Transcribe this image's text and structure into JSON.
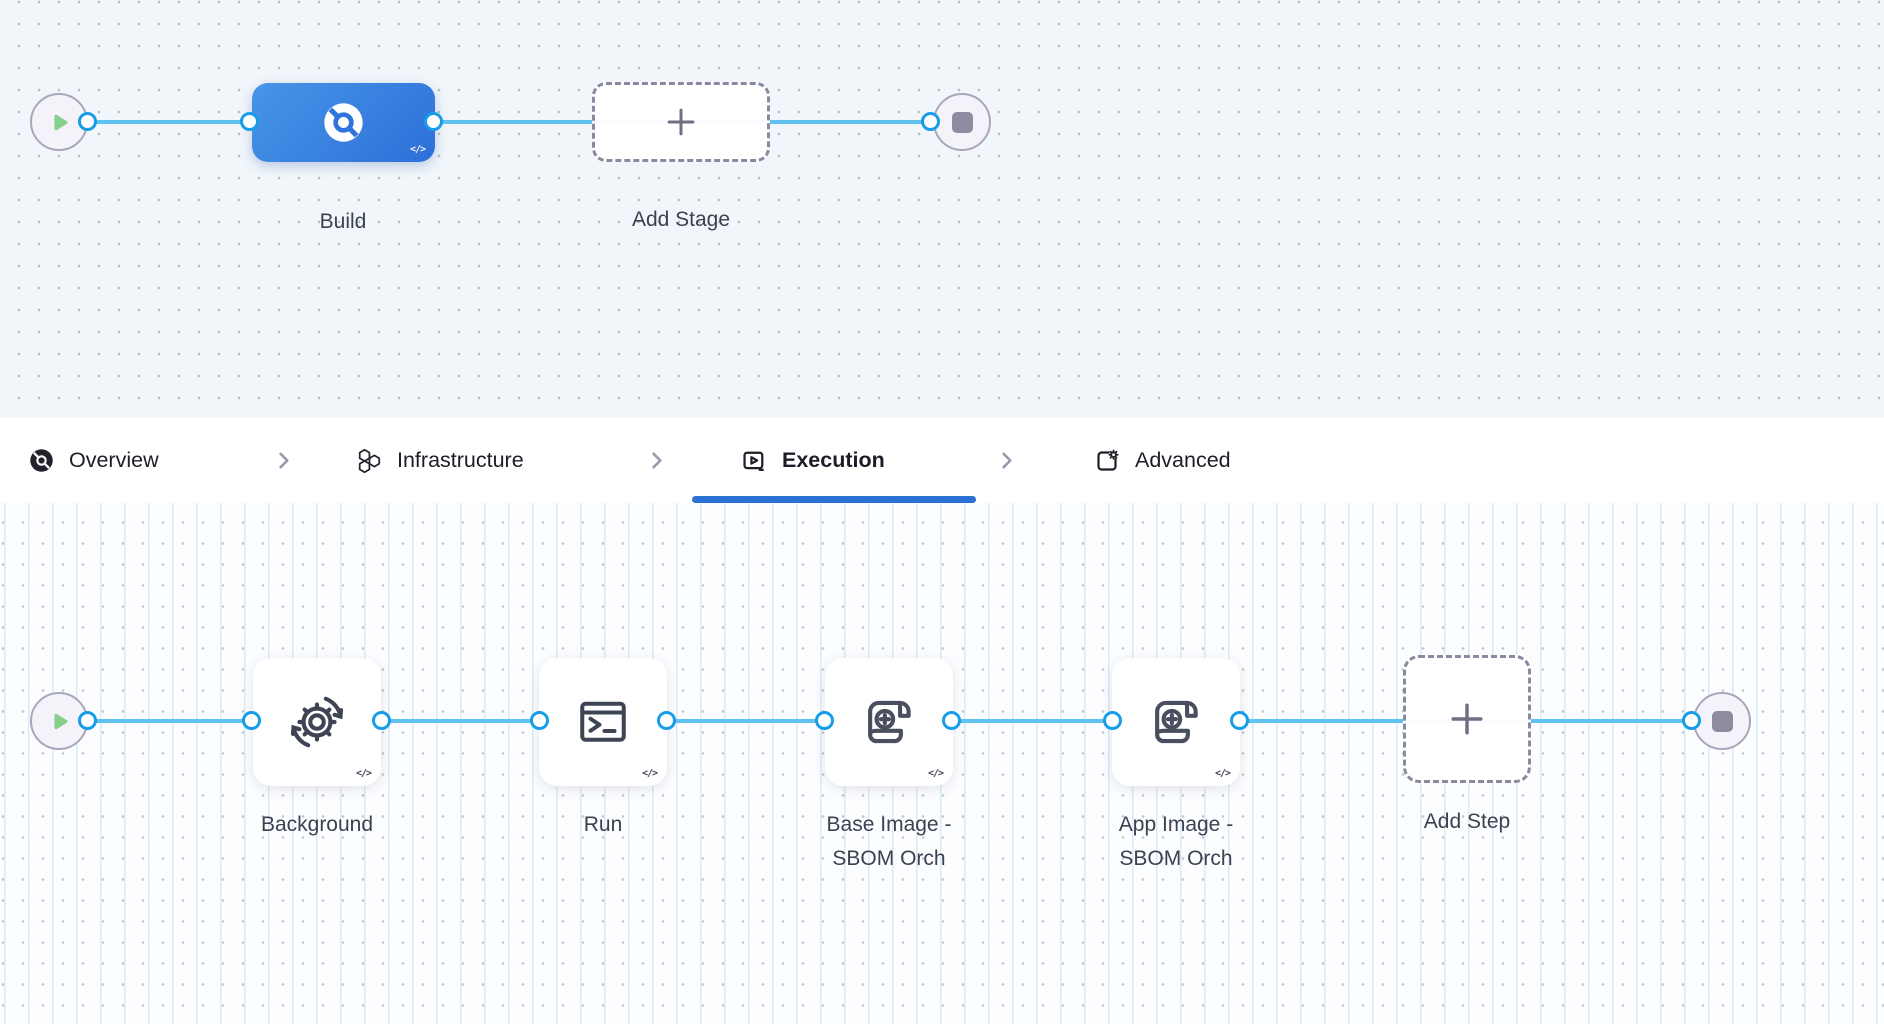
{
  "colors": {
    "accent_blue": "#2b70d4",
    "edge_blue": "#5fc2ef",
    "port_border_blue": "#179de8",
    "stage_gradient_start": "#4795e8",
    "stage_gradient_end": "#2d6fd8",
    "play_green": "#87cf8b",
    "stop_gray": "#8d8b9f",
    "tab_text": "#1c1d27",
    "canvas_label": "#3c4150"
  },
  "stage_pipeline": {
    "start_icon": "play-icon",
    "end_icon": "stop-icon",
    "stage": {
      "label": "Build",
      "icon": "ci-build-icon",
      "code_badge": "</>"
    },
    "add_stage": {
      "label": "Add Stage",
      "icon": "plus-icon"
    }
  },
  "tabs": {
    "items": [
      {
        "label": "Overview",
        "icon": "ci-build-icon",
        "active": false
      },
      {
        "label": "Infrastructure",
        "icon": "infrastructure-hexagons-icon",
        "active": false
      },
      {
        "label": "Execution",
        "icon": "execution-play-icon",
        "active": true
      },
      {
        "label": "Advanced",
        "icon": "advanced-settings-icon",
        "active": false
      }
    ],
    "separator_icon": "chevron-right-icon"
  },
  "step_pipeline": {
    "start_icon": "play-icon",
    "end_icon": "stop-icon",
    "steps": [
      {
        "label": "Background",
        "icon": "background-service-icon",
        "code_badge": "</>"
      },
      {
        "label": "Run",
        "icon": "run-terminal-icon",
        "code_badge": "</>"
      },
      {
        "label": "Base Image - SBOM Orch",
        "icon": "sbom-orchestration-icon",
        "code_badge": "</>"
      },
      {
        "label": "App Image - SBOM Orch",
        "icon": "sbom-orchestration-icon",
        "code_badge": "</>"
      }
    ],
    "add_step": {
      "label": "Add Step",
      "icon": "plus-icon"
    }
  }
}
